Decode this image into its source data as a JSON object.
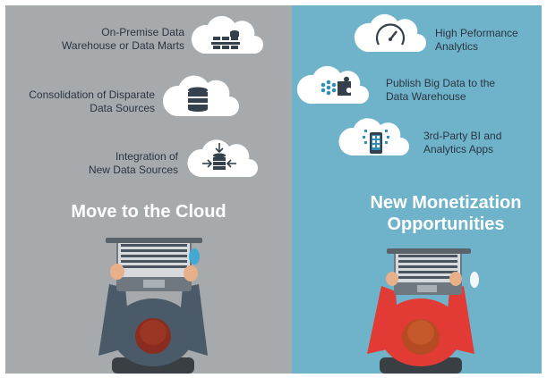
{
  "colors": {
    "left_panel": "#a6aaad",
    "right_panel": "#6fb3cb",
    "cloud": "#ffffff",
    "icon_dark": "#34414d",
    "icon_blue": "#2f8fb5",
    "suit_left": "#4a5a68",
    "shirt_right": "#e23a35",
    "hair": "#8a2c1f",
    "hair_right": "#b64a22",
    "laptop": "#7d858c",
    "mouse": "#43a9d2"
  },
  "left": {
    "items": [
      {
        "line1": "On-Premise Data",
        "line2": "Warehouse or Data Marts",
        "icon": "server-stack-icon"
      },
      {
        "line1": "Consolidation of Disparate",
        "line2": "Data Sources",
        "icon": "database-icon"
      },
      {
        "line1": "Integration of",
        "line2": "New Data Sources",
        "icon": "database-merge-icon"
      }
    ],
    "title": "Move to the Cloud"
  },
  "right": {
    "items": [
      {
        "line1": "High Peformance",
        "line2": "Analytics",
        "icon": "speedometer-icon"
      },
      {
        "line1": "Publish Big Data to the",
        "line2": "Data Warehouse",
        "icon": "puzzle-icon"
      },
      {
        "line1": "3rd-Party BI and",
        "line2": "Analytics Apps",
        "icon": "mobile-apps-icon"
      }
    ],
    "title_line1": "New Monetization",
    "title_line2": "Opportunities"
  }
}
